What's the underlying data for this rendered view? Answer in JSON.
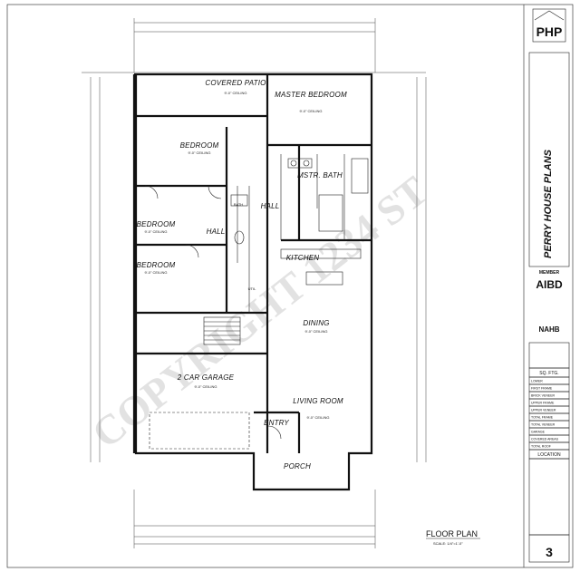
{
  "rooms": {
    "covered_patio": "COVERED PATIO",
    "master_bedroom": "MASTER BEDROOM",
    "bedroom_1": "BEDROOM",
    "bedroom_2": "BEDROOM",
    "bedroom_3": "BEDROOM",
    "mstr_bath": "MSTR. BATH",
    "hall_1": "HALL",
    "hall_2": "HALL",
    "kitchen": "KITCHEN",
    "dining": "DINING",
    "garage": "2 CAR GARAGE",
    "living_room": "LIVING ROOM",
    "entry": "ENTRY",
    "porch": "PORCH",
    "bath": "BATH",
    "util": "UTIL",
    "ceiling": "9'-0\" CEILING"
  },
  "watermark": "COPYRIGHT 1234 ST",
  "drawing_title": "FLOOR PLAN",
  "drawing_scale": "SCALE: 1/4\"=1'-0\"",
  "title_block": {
    "logo_letters": "PHP",
    "company": "PERRY HOUSE PLANS",
    "member_label": "MEMBER",
    "aibd": "AIBD",
    "nahb": "NAHB",
    "sq_ft_header": "SQ. FTG.",
    "sq_ft_rows": [
      "LOWER",
      "FIRST FRAME",
      "BRICK VENEER",
      "UPPER FRAME",
      "UPPER VENEER",
      "TOTAL FRAME",
      "TOTAL VENEER",
      "GARAGE",
      "COVERED AREAS",
      "TOTAL ROOF"
    ],
    "location_header": "LOCATION",
    "sheet_number": "3"
  }
}
